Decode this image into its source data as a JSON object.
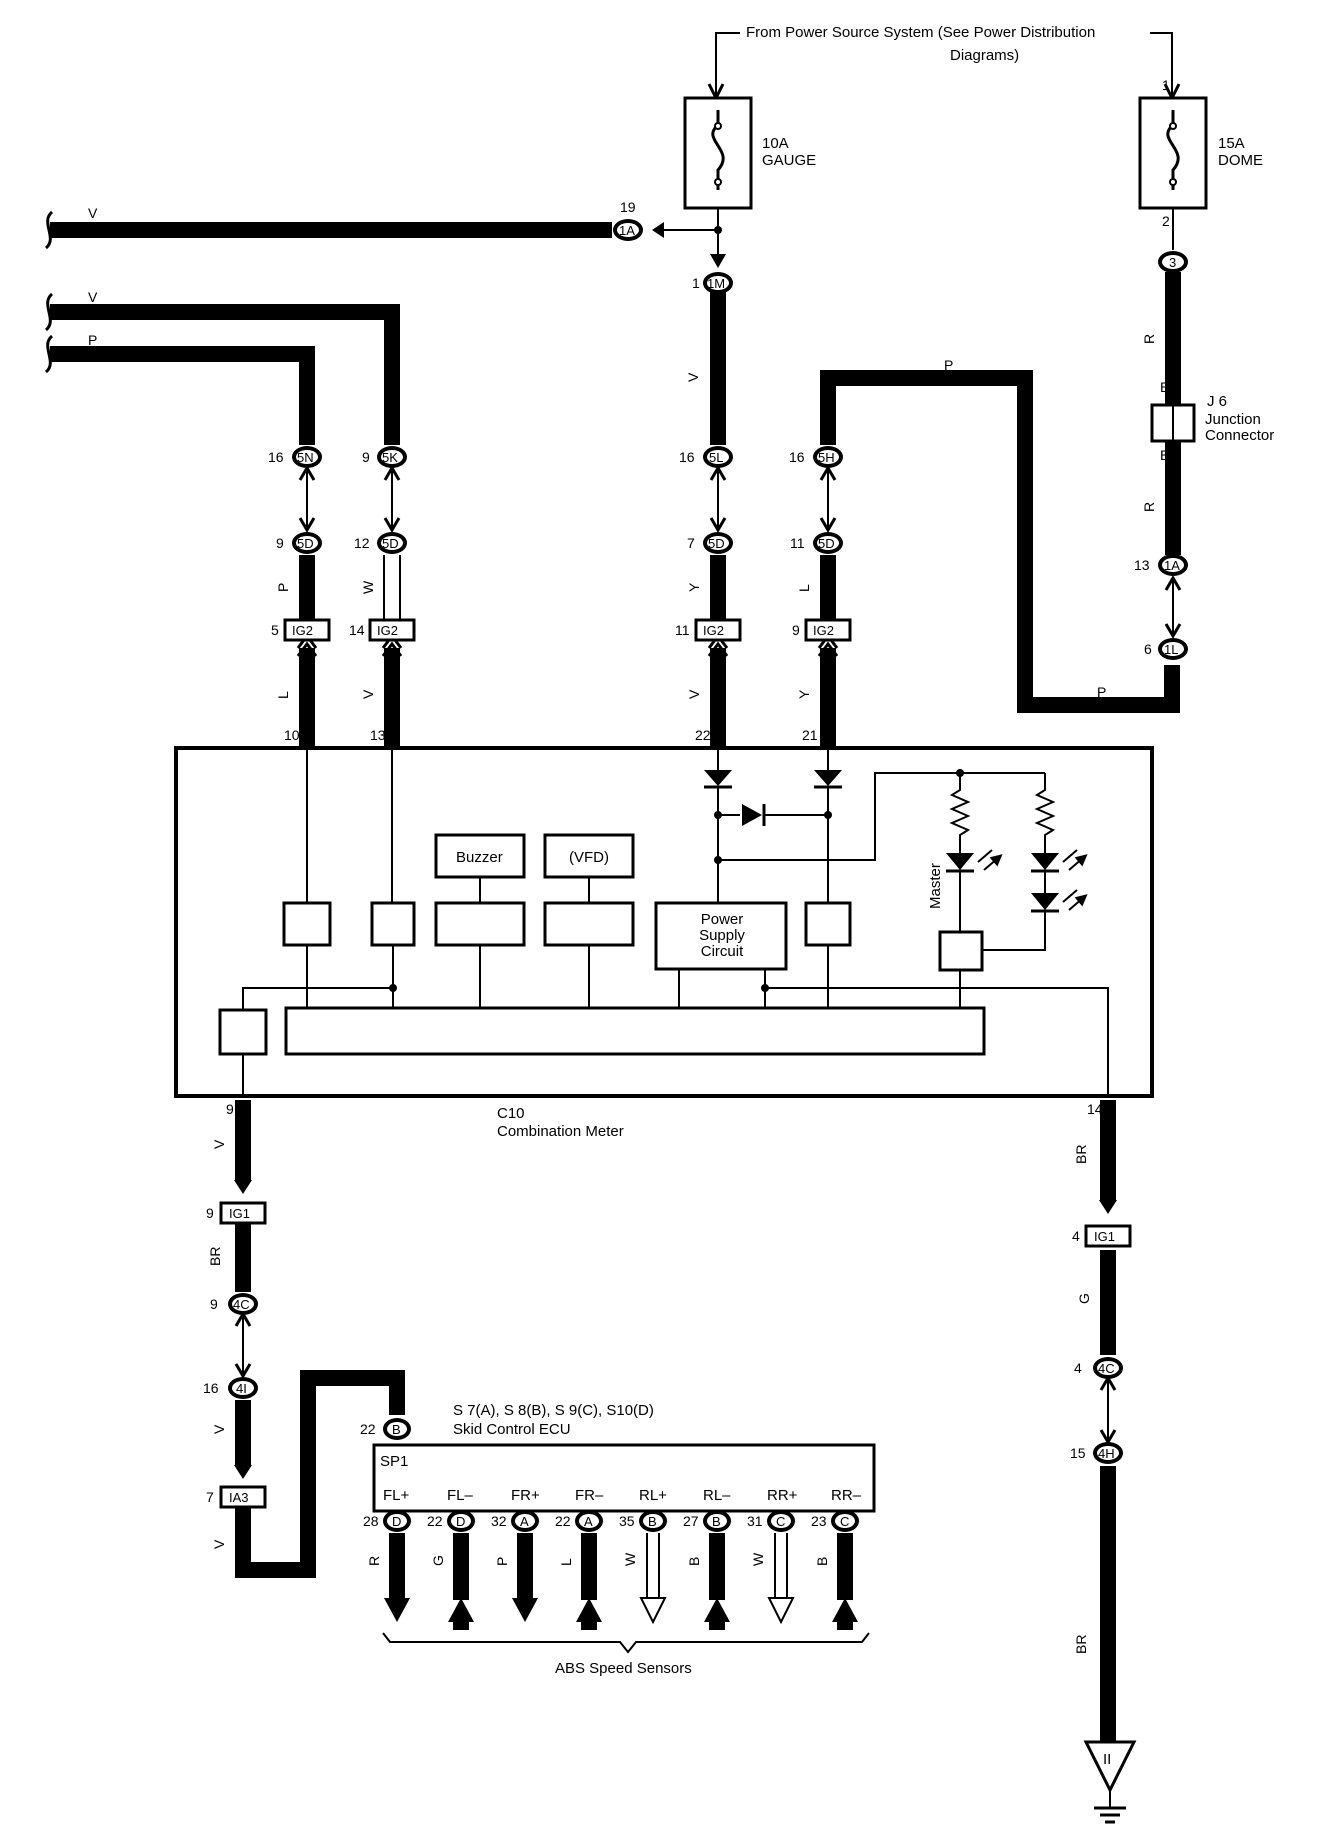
{
  "header": {
    "power_source_line1": "From Power Source System (See Power Distribution",
    "power_source_line2": "Diagrams)"
  },
  "fuses": [
    {
      "amp": "10A",
      "name": "GAUGE"
    },
    {
      "amp": "15A",
      "name": "DOME",
      "pin_in": "1",
      "pin_out": "2"
    }
  ],
  "junction": {
    "id": "J 6",
    "line1": "Junction",
    "line2": "Connector"
  },
  "wire_colors": {
    "V": "V",
    "P": "P",
    "R": "R",
    "B": "B",
    "Y": "Y",
    "L": "L",
    "W": "W",
    "G": "G",
    "BR": "BR"
  },
  "connectors": {
    "c1A_top": {
      "pin": "19",
      "id": "1A"
    },
    "c1M": {
      "pin": "1",
      "id": "1M"
    },
    "c3": {
      "id": "3"
    },
    "c5N": {
      "pin": "16",
      "id": "5N"
    },
    "c5K": {
      "pin": "9",
      "id": "5K"
    },
    "c5L": {
      "pin": "16",
      "id": "5L"
    },
    "c5H": {
      "pin": "16",
      "id": "5H"
    },
    "c5D_1": {
      "pin": "9",
      "id": "5D"
    },
    "c5D_2": {
      "pin": "12",
      "id": "5D"
    },
    "c5D_3": {
      "pin": "7",
      "id": "5D"
    },
    "c5D_4": {
      "pin": "11",
      "id": "5D"
    },
    "c1A_right": {
      "pin": "13",
      "id": "1A"
    },
    "c1L": {
      "pin": "6",
      "id": "1L"
    },
    "ig2_1": {
      "pin": "5",
      "id": "IG2"
    },
    "ig2_2": {
      "pin": "14",
      "id": "IG2"
    },
    "ig2_3": {
      "pin": "11",
      "id": "IG2"
    },
    "ig2_4": {
      "pin": "9",
      "id": "IG2"
    },
    "ig1_left": {
      "pin": "9",
      "id": "IG1"
    },
    "ig1_right": {
      "pin": "4",
      "id": "IG1"
    },
    "c4C_left": {
      "pin": "9",
      "id": "4C"
    },
    "c4C_right": {
      "pin": "4",
      "id": "4C"
    },
    "c4I": {
      "pin": "16",
      "id": "4I"
    },
    "c4H": {
      "pin": "15",
      "id": "4H"
    },
    "ia3": {
      "pin": "7",
      "id": "IA3"
    },
    "ecu_b22": {
      "pin": "22",
      "id": "B"
    }
  },
  "meter": {
    "id": "C10",
    "name": "Combination Meter",
    "pins_top": [
      "10",
      "13",
      "22",
      "21"
    ],
    "pin_left_bottom": "9",
    "pin_right_bottom": "14",
    "buzzer": "Buzzer",
    "vfd": "(VFD)",
    "power_supply": [
      "Power",
      "Supply",
      "Circuit"
    ],
    "master": "Master"
  },
  "ecu": {
    "title": "S 7(A), S 8(B), S 9(C), S10(D)",
    "name": "Skid Control ECU",
    "block": "SP1",
    "terminals": [
      {
        "name": "FL+",
        "pin": "28",
        "conn": "D",
        "color": "R"
      },
      {
        "name": "FL–",
        "pin": "22",
        "conn": "D",
        "color": "G"
      },
      {
        "name": "FR+",
        "pin": "32",
        "conn": "A",
        "color": "P"
      },
      {
        "name": "FR–",
        "pin": "22",
        "conn": "A",
        "color": "L"
      },
      {
        "name": "RL+",
        "pin": "35",
        "conn": "B",
        "color": "W"
      },
      {
        "name": "RL–",
        "pin": "27",
        "conn": "B",
        "color": "B"
      },
      {
        "name": "RR+",
        "pin": "31",
        "conn": "C",
        "color": "W"
      },
      {
        "name": "RR–",
        "pin": "23",
        "conn": "C",
        "color": "B"
      }
    ]
  },
  "abs_label": "ABS Speed Sensors",
  "ground": {
    "id": "II"
  }
}
